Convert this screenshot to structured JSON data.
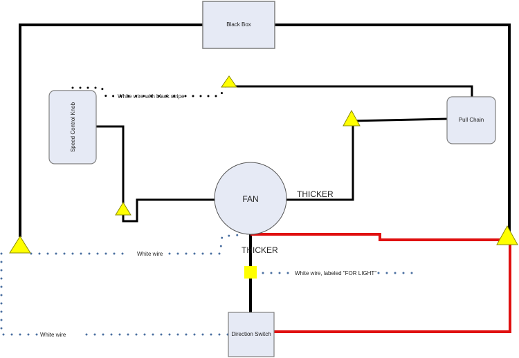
{
  "diagram": {
    "components": {
      "black_box": "Black Box",
      "speed_control_knob": "Speed Control Knob",
      "pull_chain": "Pull Chain",
      "fan": "FAN",
      "direction_switch": "Direction Switch"
    },
    "wire_labels": {
      "white_black_stripe": "White wire with black stripe",
      "white_wire_upper": "White wire",
      "white_wire_lower": "White wire",
      "for_light": "White wire, labeled \"FOR LIGHT\"",
      "thicker_right": "THICKER",
      "thicker_down": "THICKER"
    },
    "colors": {
      "box_fill": "#e6eaf5",
      "box_stroke": "#7f7f7f",
      "black_wire": "#000000",
      "red_wire": "#e01010",
      "white_wire_dots": "#4a6fa0",
      "connector": "#ffff00",
      "connector_stroke": "#8a8a00"
    }
  }
}
